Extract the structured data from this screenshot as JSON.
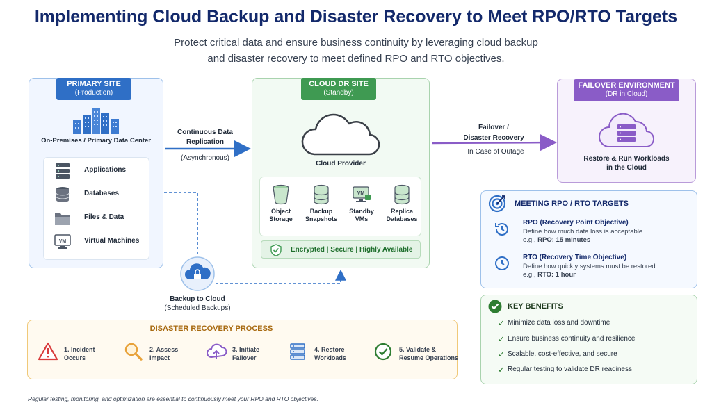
{
  "title": "Implementing Cloud Backup and Disaster Recovery to Meet RPO/RTO Targets",
  "subtitle_line1": "Protect critical data and ensure business continuity by leveraging cloud backup",
  "subtitle_line2": "and disaster recovery to meet defined RPO and RTO objectives.",
  "primary_site": {
    "header": "PRIMARY SITE",
    "subheader": "(Production)",
    "location": "On-Premises / Primary Data Center",
    "items": [
      "Applications",
      "Databases",
      "Files & Data",
      "Virtual Machines"
    ]
  },
  "replication": {
    "line1": "Continuous Data",
    "line2": "Replication",
    "mode": "(Asynchronous)"
  },
  "cloud_site": {
    "header": "CLOUD DR SITE",
    "subheader": "(Standby)",
    "provider": "Cloud Provider",
    "services": [
      {
        "line1": "Object",
        "line2": "Storage"
      },
      {
        "line1": "Backup",
        "line2": "Snapshots"
      },
      {
        "line1": "Standby",
        "line2": "VMs"
      },
      {
        "line1": "Replica",
        "line2": "Databases"
      }
    ],
    "vm_badge": "VM",
    "security": "Encrypted | Secure | Highly Available"
  },
  "failover_link": {
    "line1": "Failover /",
    "line2": "Disaster Recovery",
    "condition": "In Case of Outage"
  },
  "failover_env": {
    "header": "FAILOVER ENVIRONMENT",
    "subheader": "(DR in Cloud)",
    "line1": "Restore & Run Workloads",
    "line2": "in the Cloud"
  },
  "backup": {
    "title": "Backup to Cloud",
    "subtitle": "(Scheduled Backups)"
  },
  "vm_icon_text": "VM",
  "targets": {
    "header": "MEETING RPO / RTO TARGETS",
    "rpo_title": "RPO (Recovery Point Objective)",
    "rpo_desc": "Define how much data loss is acceptable.",
    "rpo_example_prefix": "e.g., ",
    "rpo_example_value": "RPO: 15 minutes",
    "rto_title": "RTO (Recovery Time Objective)",
    "rto_desc": "Define how quickly systems must be restored.",
    "rto_example_prefix": "e.g., ",
    "rto_example_value": "RTO: 1 hour"
  },
  "benefits": {
    "header": "KEY BENEFITS",
    "items": [
      "Minimize data loss and downtime",
      "Ensure business continuity and resilience",
      "Scalable, cost-effective, and secure",
      "Regular testing to validate DR readiness"
    ]
  },
  "process": {
    "header": "DISASTER RECOVERY PROCESS",
    "steps": [
      {
        "line1": "1. Incident",
        "line2": "Occurs"
      },
      {
        "line1": "2. Assess",
        "line2": "Impact"
      },
      {
        "line1": "3. Initiate",
        "line2": "Failover"
      },
      {
        "line1": "4. Restore",
        "line2": "Workloads"
      },
      {
        "line1": "5. Validate &",
        "line2": "Resume Operations"
      }
    ]
  },
  "footnote": "Regular testing, monitoring, and optimization are essential to continuously meet your RPO and RTO objectives.",
  "colors": {
    "navy": "#13296b",
    "primary_blue": "#2f6fc6",
    "cloud_green": "#3f9a52",
    "purple": "#8a5cc7",
    "orange": "#e8a23a",
    "alert_red": "#d93b3b"
  }
}
